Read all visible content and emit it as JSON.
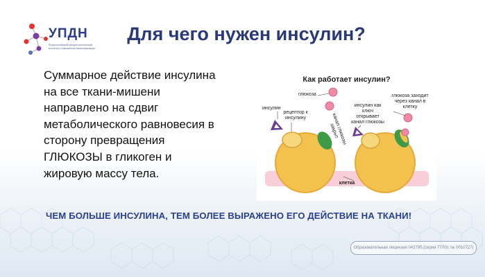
{
  "logo": {
    "name": "УПДН",
    "subtitle": "Всероссийский межрегиональный институт повышения квалификации"
  },
  "title": "Для чего нужен инсулин?",
  "body_lines": [
    "Суммарное действие инсулина",
    "на все ткани-мишени",
    "направлено на сдвиг",
    "метаболического равновесия в",
    "сторону превращения",
    "ГЛЮКОЗЫ в гликоген и",
    "жировую массу тела."
  ],
  "figure": {
    "title": "Как работает инсулин?",
    "labels": {
      "glucose": "глюкоза",
      "insulin": "инсулин",
      "receptor": "рецептор к инсулину",
      "channel_closed": "канал глюкозы закрыт",
      "insulin_key": "инсулин как ключ открывает канал глюкозы",
      "glucose_enters": "глюкоза заходит через канал в клетку",
      "cell": "клетка"
    },
    "colors": {
      "cell": "#f2c14e",
      "cell_border": "#e8a838",
      "glucose": "#f08aa4",
      "insulin": "#6a3f8e",
      "channel": "#3f9a48",
      "membrane": "#f8cfd8"
    }
  },
  "conclusion": "ЧЕМ БОЛЬШЕ ИНСУЛИНА, ТЕМ БОЛЕЕ ВЫРАЖЕНО ЕГО ДЕЙСТВИЕ НА ТКАНИ!",
  "license": "Образовательная лицензия 043795 (серия 77Л01 № 0010727)"
}
